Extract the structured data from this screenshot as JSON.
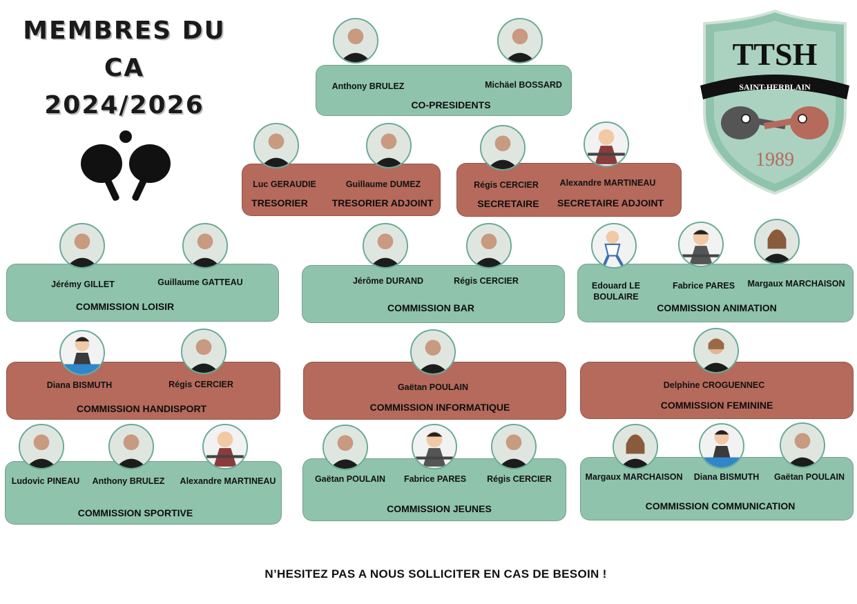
{
  "title_lines": [
    "MEMBRES DU",
    "CA",
    "2024/2026"
  ],
  "logo": {
    "name": "TTSH",
    "city": "SAINT-HERBLAIN",
    "year": "1989",
    "colors": {
      "shield": "#8fc3ac",
      "text_year": "#b56a5c"
    }
  },
  "colors": {
    "green": "#8fc3ac",
    "brown": "#b56a5c"
  },
  "groups": [
    {
      "role": "CO-PRESIDENTS",
      "members": [
        "Anthony BRULEZ",
        "Michäel BOSSARD"
      ]
    },
    {
      "role": "TRESORIER",
      "members": [
        "Luc GERAUDIE"
      ]
    },
    {
      "role": "TRESORIER ADJOINT",
      "members": [
        "Guillaume DUMEZ"
      ]
    },
    {
      "role": "SECRETAIRE",
      "members": [
        "Régis CERCIER"
      ]
    },
    {
      "role": "SECRETAIRE ADJOINT",
      "members": [
        "Alexandre MARTINEAU"
      ]
    },
    {
      "role": "COMMISSION LOISIR",
      "members": [
        "Jérémy GILLET",
        "Guillaume GATTEAU"
      ]
    },
    {
      "role": "COMMISSION BAR",
      "members": [
        "Jérôme DURAND",
        "Régis CERCIER"
      ]
    },
    {
      "role": "COMMISSION ANIMATION",
      "members": [
        "Edouard LE",
        "BOULAIRE",
        "Fabrice PARES",
        "Margaux MARCHAISON"
      ]
    },
    {
      "role": "COMMISSION HANDISPORT",
      "members": [
        "Diana BISMUTH",
        "Régis CERCIER"
      ]
    },
    {
      "role": "COMMISSION INFORMATIQUE",
      "members": [
        "Gaëtan POULAIN"
      ]
    },
    {
      "role": "COMMISSION FEMININE",
      "members": [
        "Delphine CROGUENNEC"
      ]
    },
    {
      "role": "COMMISSION SPORTIVE",
      "members": [
        "Ludovic PINEAU",
        "Anthony BRULEZ",
        "Alexandre MARTINEAU"
      ]
    },
    {
      "role": "COMMISSION JEUNES",
      "members": [
        "Gaëtan POULAIN",
        "Fabrice PARES",
        "Régis CERCIER"
      ]
    },
    {
      "role": "COMMISSION COMMUNICATION",
      "members": [
        "Margaux MARCHAISON",
        "Diana BISMUTH",
        "Gaëtan POULAIN"
      ]
    }
  ],
  "footer": "N’HESITEZ PAS A NOUS SOLLICITER EN CAS DE BESOIN !"
}
